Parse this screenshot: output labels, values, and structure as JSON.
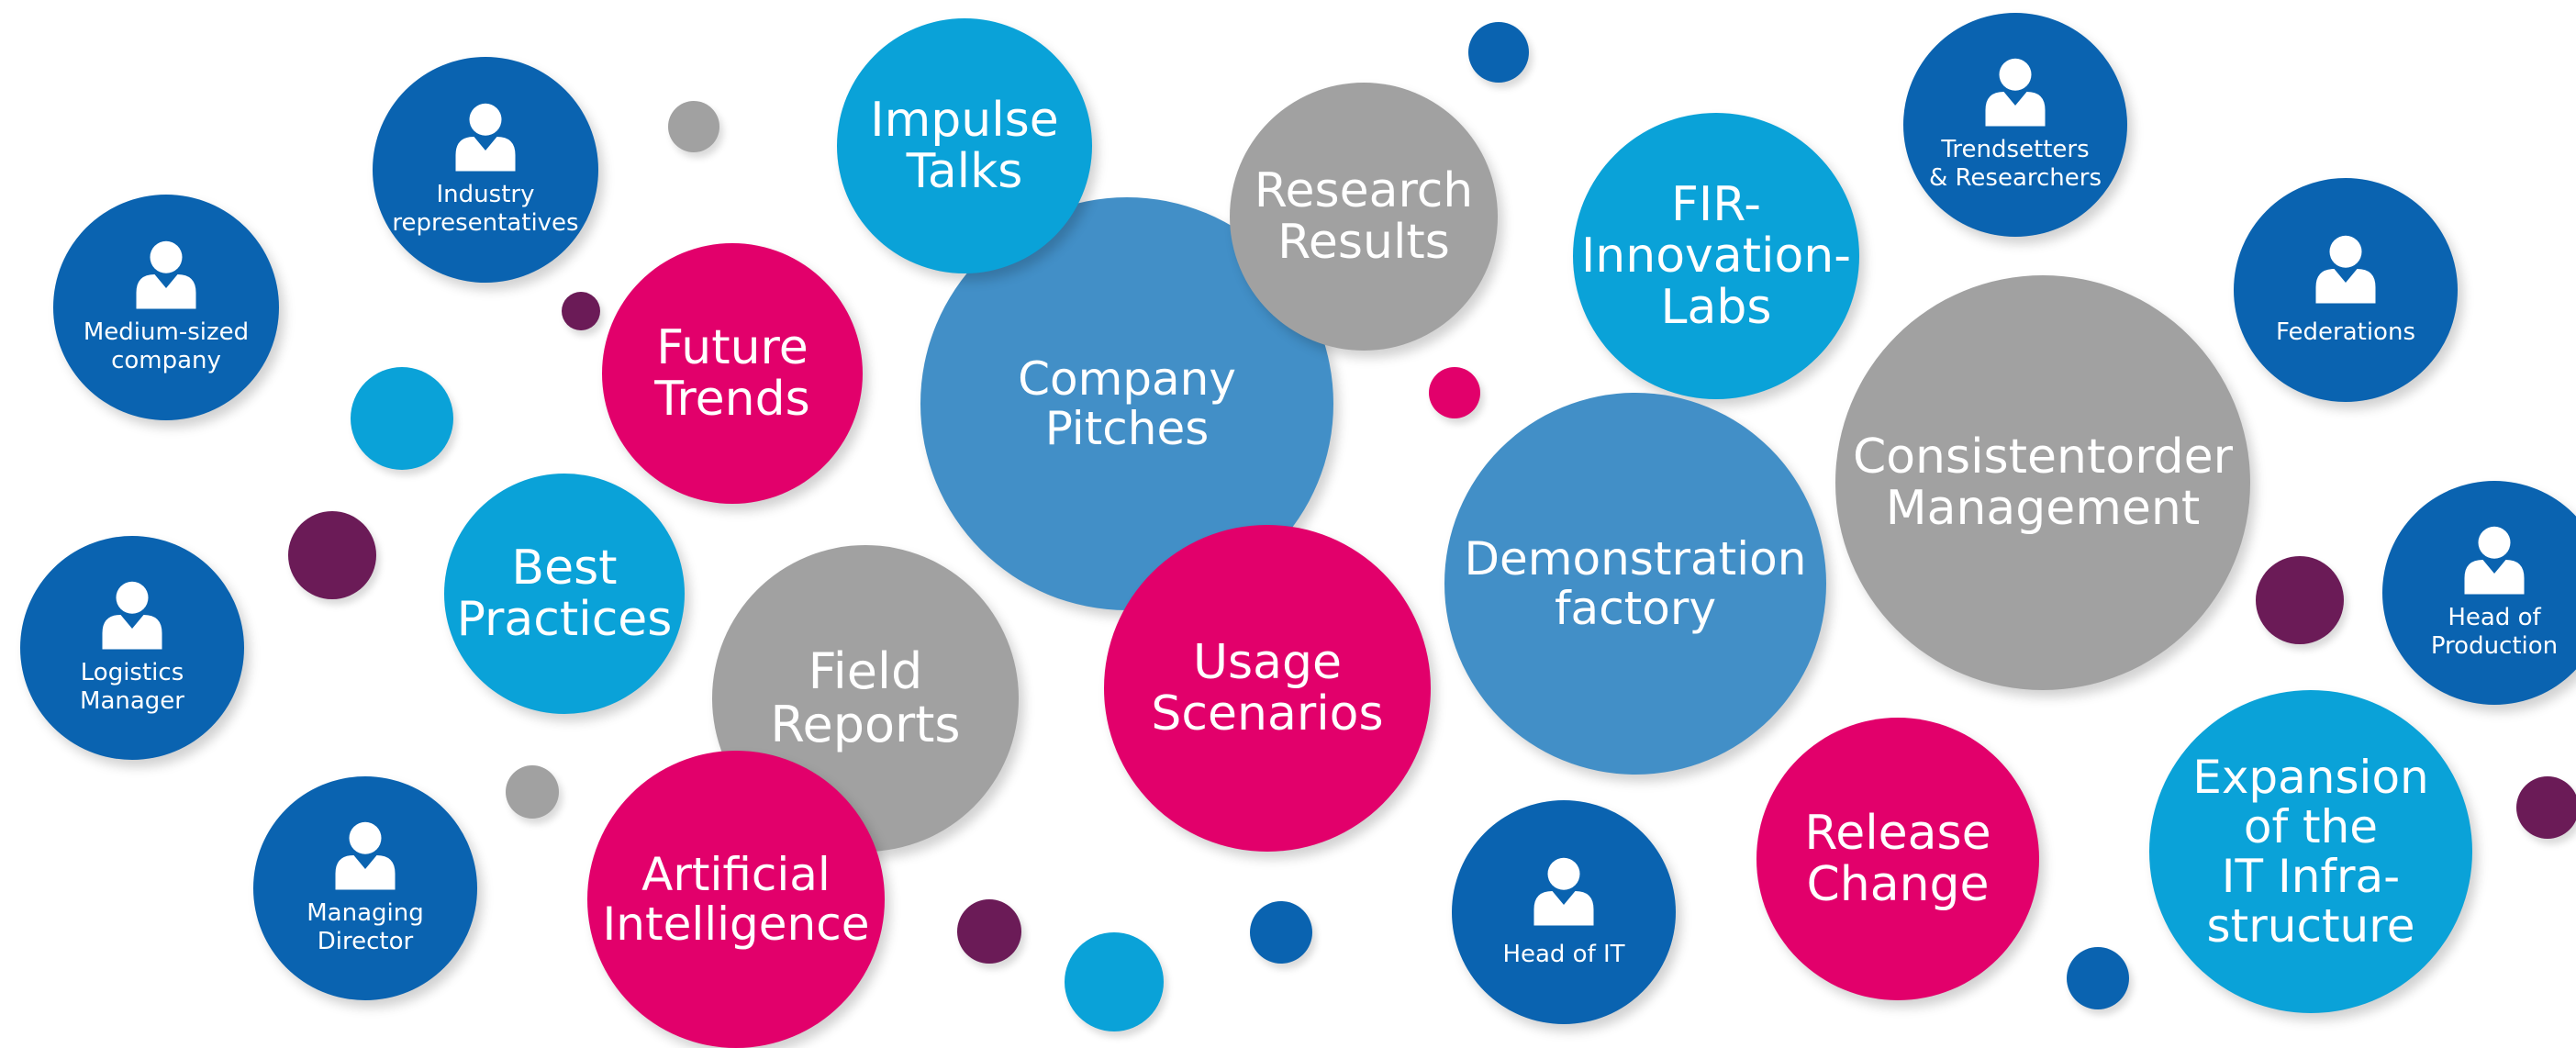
{
  "colors": {
    "dark_blue": "#0a63b0",
    "light_blue": "#0aa2d8",
    "mid_blue": "#428fc7",
    "gray": "#a1a1a1",
    "pink": "#e2006b",
    "purple": "#6b1b57"
  },
  "personas": {
    "industry_representatives": [
      "Industry",
      "representatives"
    ],
    "medium_sized_company": [
      "Medium-sized",
      "company"
    ],
    "logistics_manager": [
      "Logistics",
      "Manager"
    ],
    "managing_director": [
      "Managing",
      "Director"
    ],
    "head_of_it": [
      "Head of IT"
    ],
    "trendsetters_researchers": [
      "Trendsetters",
      "& Researchers"
    ],
    "federations": [
      "Federations"
    ],
    "head_of_production": [
      "Head of",
      "Production"
    ]
  },
  "topics": {
    "impulse_talks": [
      "Impulse",
      "Talks"
    ],
    "research_results": [
      "Research",
      "Results"
    ],
    "future_trends": [
      "Future",
      "Trends"
    ],
    "company_pitches": [
      "Company",
      "Pitches"
    ],
    "fir_innovation_labs": [
      "FIR-",
      "Innovation-",
      "Labs"
    ],
    "consistent_order_management": [
      "Consistentorder",
      "Management"
    ],
    "best_practices": [
      "Best",
      "Practices"
    ],
    "field_reports": [
      "Field",
      "Reports"
    ],
    "usage_scenarios": [
      "Usage",
      "Scenarios"
    ],
    "demonstration_factory": [
      "Demonstration",
      "factory"
    ],
    "artificial_intelligence": [
      "Artificial",
      "Intelligence"
    ],
    "release_change": [
      "Release",
      "Change"
    ],
    "expansion_it_infrastructure": [
      "Expansion",
      "of the",
      "IT Infra-",
      "structure"
    ]
  }
}
